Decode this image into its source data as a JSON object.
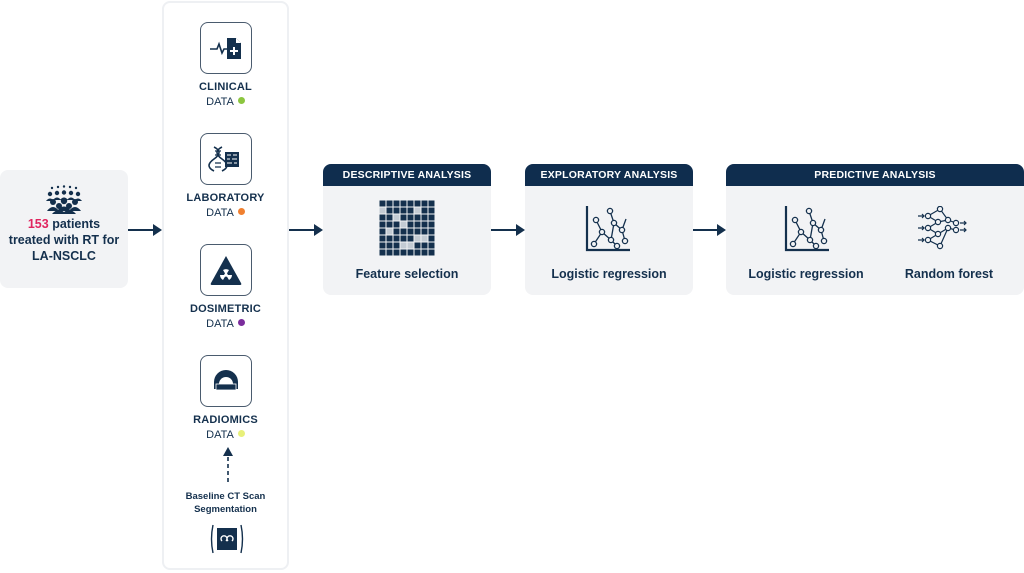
{
  "patients": {
    "count": "153",
    "line1_rest": " patients",
    "line2": "treated with RT for",
    "line3": "LA-NSCLC",
    "count_color": "#e0245e",
    "icon": "crowd-icon"
  },
  "data_sources": [
    {
      "title": "CLINICAL",
      "sub": "DATA",
      "dot_color": "#8cc63f",
      "icon": "clinical-record-icon"
    },
    {
      "title": "LABORATORY",
      "sub": "DATA",
      "dot_color": "#f08030",
      "icon": "dna-lab-icon"
    },
    {
      "title": "DOSIMETRIC",
      "sub": "DATA",
      "dot_color": "#7b2d9c",
      "icon": "radiation-icon"
    },
    {
      "title": "RADIOMICS",
      "sub": "DATA",
      "dot_color": "#e8f07a",
      "icon": "ct-scanner-icon"
    }
  ],
  "baseline": {
    "line1": "Baseline CT Scan",
    "line2": "Segmentation",
    "icon": "ct-segmentation-icon"
  },
  "analyses": [
    {
      "header": "DESCRIPTIVE ANALYSIS",
      "items": [
        {
          "label": "Feature selection",
          "icon": "feature-grid-icon"
        }
      ]
    },
    {
      "header": "EXPLORATORY ANALYSIS",
      "items": [
        {
          "label": "Logistic regression",
          "icon": "scatter-line-icon"
        }
      ]
    },
    {
      "header": "PREDICTIVE ANALYSIS",
      "items": [
        {
          "label": "Logistic regression",
          "icon": "scatter-line-icon"
        },
        {
          "label": "Random forest",
          "icon": "network-tree-icon"
        }
      ]
    }
  ],
  "colors": {
    "navy": "#0f2d4e",
    "panel": "#f2f3f5",
    "highlight": "#e0245e"
  }
}
